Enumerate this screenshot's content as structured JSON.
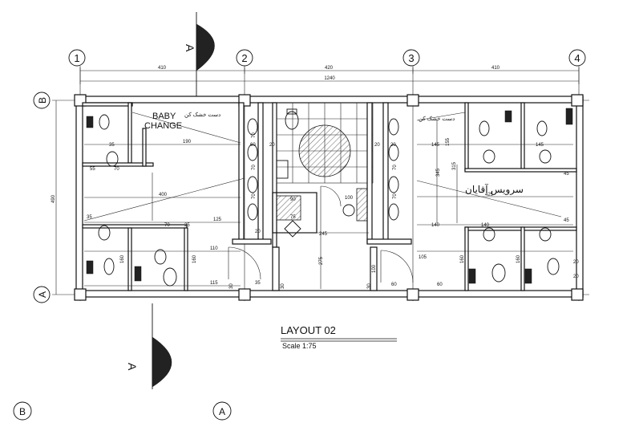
{
  "drawing": {
    "title": "LAYOUT 02",
    "scale": "Scale 1:75",
    "baby_change_line1": "BABY",
    "baby_change_line2": "CHANGE",
    "service_label_fa": "سرویس آقایان",
    "hand_dryer_fa": "دست خشک کن"
  },
  "grid": {
    "columns": [
      "1",
      "2",
      "3",
      "4"
    ],
    "rows": [
      "B",
      "A"
    ],
    "bottom_rows": [
      "B",
      "A"
    ]
  },
  "dimensions": {
    "top_segments": [
      "410",
      "420",
      "410"
    ],
    "top_total": "1240",
    "left_total": "490",
    "inner": [
      "190",
      "400",
      "125",
      "110",
      "115",
      "70",
      "70",
      "55",
      "35",
      "35",
      "35",
      "20",
      "20",
      "20",
      "60",
      "70",
      "70",
      "70",
      "70",
      "70",
      "20",
      "145",
      "140",
      "140",
      "345",
      "425",
      "245",
      "275",
      "100",
      "90",
      "75",
      "100",
      "60",
      "105",
      "60",
      "160",
      "160",
      "160",
      "160",
      "45",
      "45",
      "20",
      "20",
      "25",
      "30",
      "30",
      "30",
      "315",
      "155",
      "145"
    ]
  }
}
